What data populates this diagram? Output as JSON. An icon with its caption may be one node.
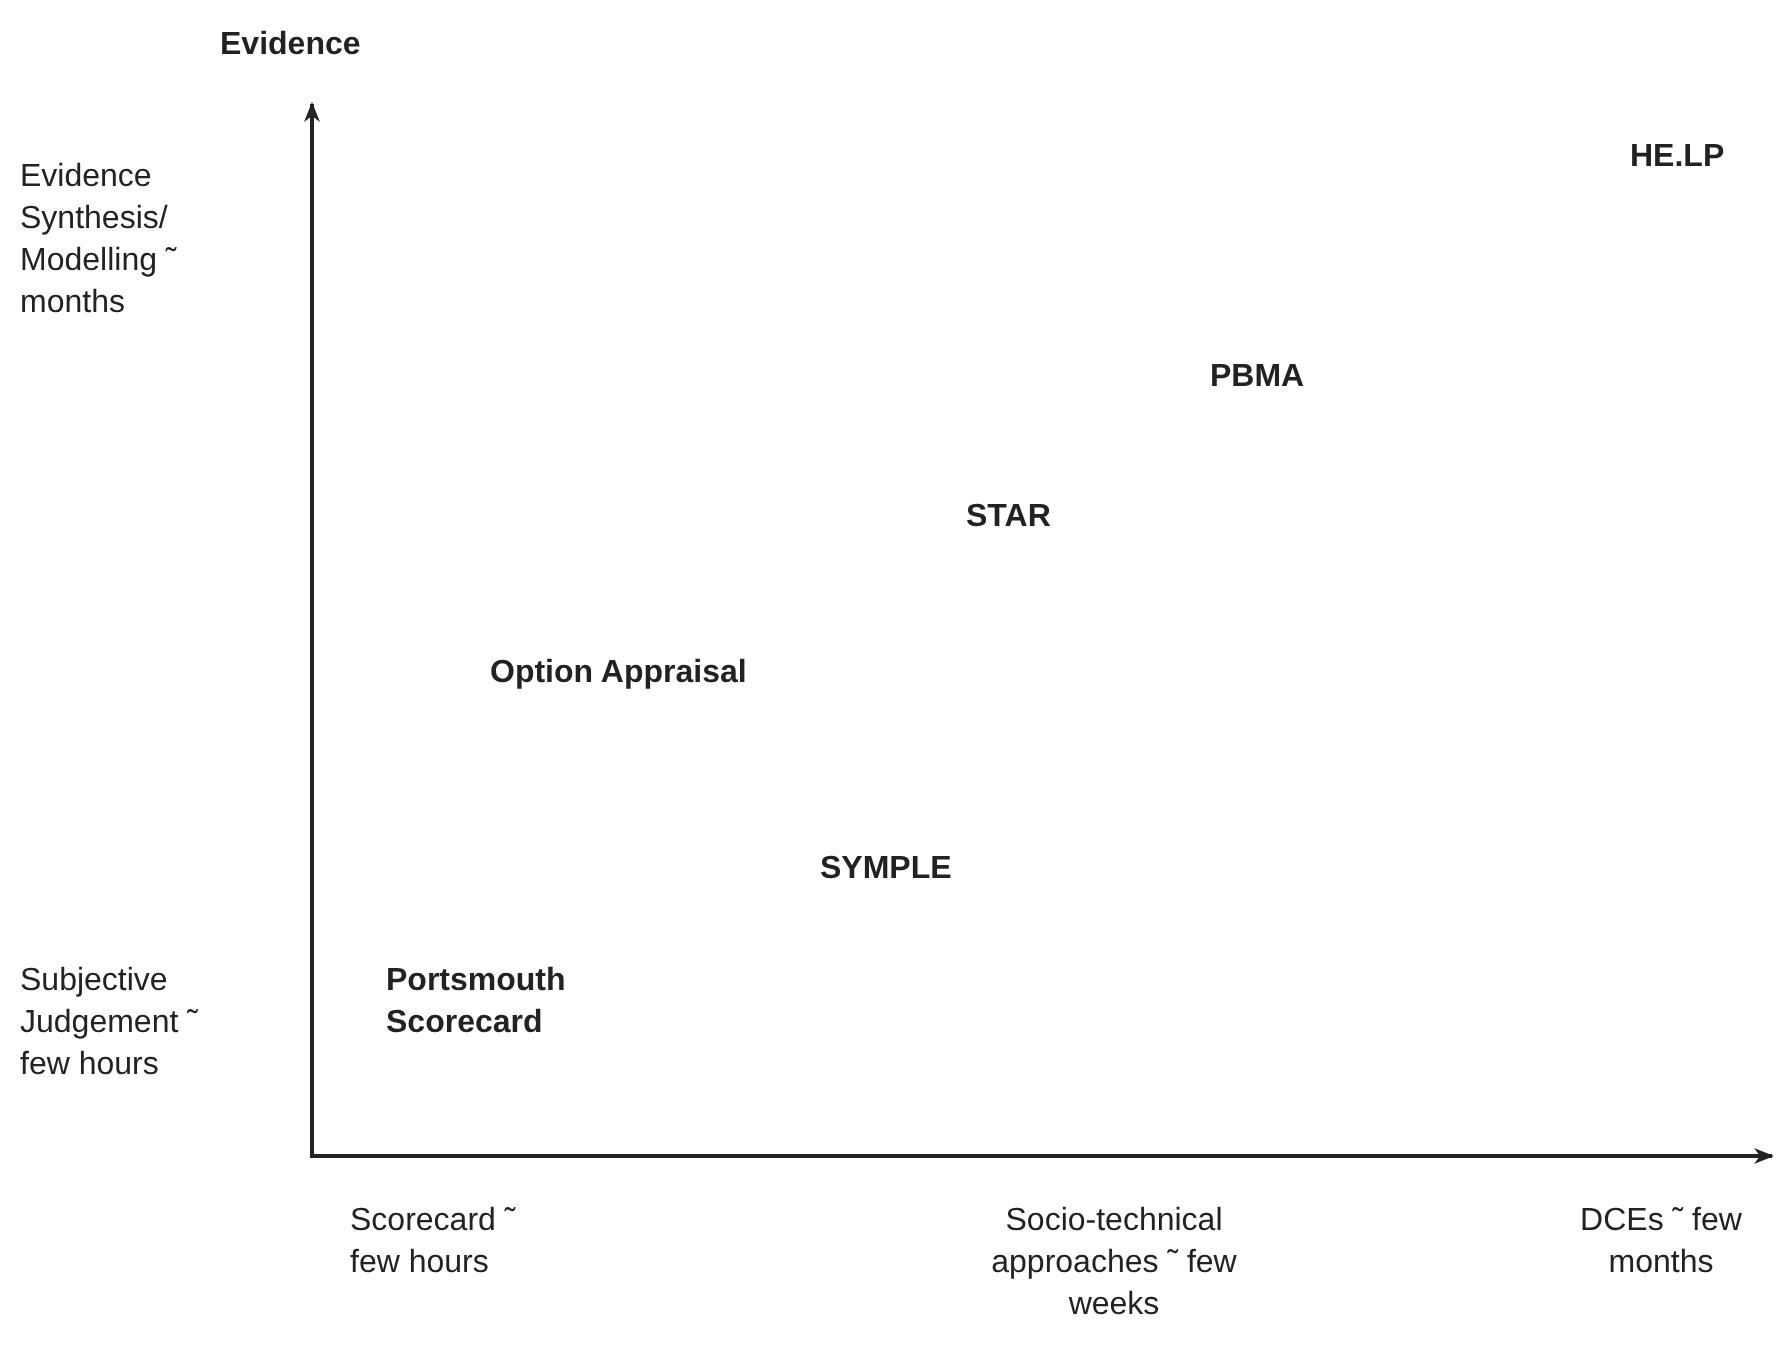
{
  "diagram": {
    "labels": [
      "Evidence",
      "Evidence Synthesis/ Modelling ˜ months",
      "HE.LP",
      "PBMA",
      "STAR",
      "Option Appraisal",
      "SYMPLE",
      "Subjective Judgement ˜ few hours",
      "Portsmouth Scorecard",
      "Scorecard ˜ few hours",
      "Socio-technical approaches ˜ few weeks",
      "DCEs ˜ few months"
    ]
  }
}
